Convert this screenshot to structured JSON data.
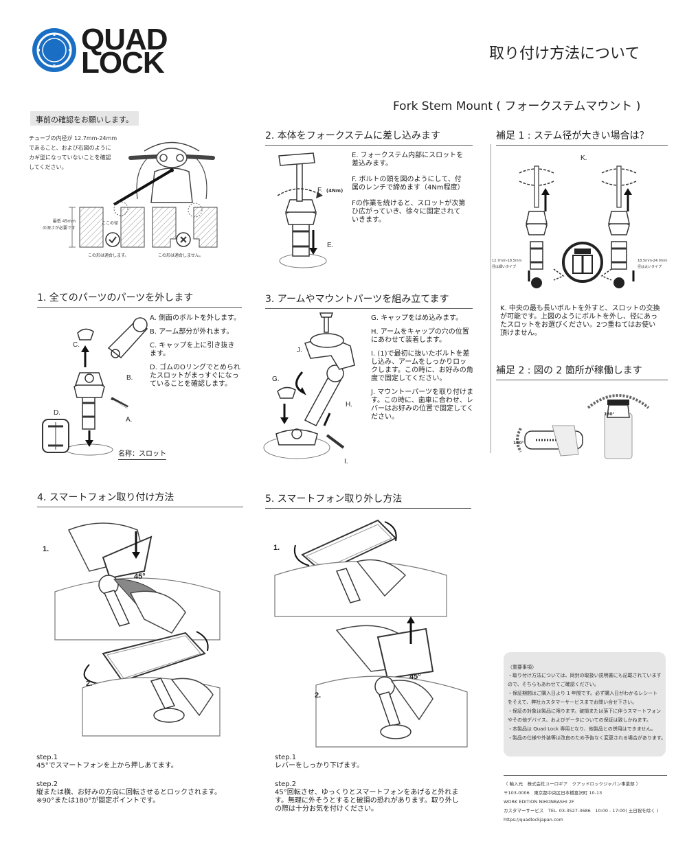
{
  "brand": {
    "line1": "QUAD",
    "line2": "LOCK",
    "color": "#1a6fc4"
  },
  "header": {
    "title": "取り付け方法について",
    "subtitle": "Fork Stem Mount ( フォークステムマウント )"
  },
  "precheck": {
    "heading": "事前の確認をお願いします。",
    "text": [
      "チューブの内径が 12.7mm-24mm",
      "であること、および右図のように",
      "カギ型になっていないことを確認",
      "してください。"
    ],
    "depth_label": [
      "最低 45mm",
      "の深さが必要です"
    ],
    "here_label": "ここの径",
    "ok_caption": "この形は適合します。",
    "ng_caption": "この形は適合しません。"
  },
  "sec1": {
    "heading": "1. 全てのパーツのパーツを外します",
    "steps": [
      [
        "A. 側面のボルトを外します。"
      ],
      [
        "B. アーム部分が外れます。"
      ],
      [
        "C. キャップを上に引き抜き",
        "ます。"
      ],
      [
        "D. ゴムのOリングでとめられ",
        "たスロットがまっすぐになっ",
        "ていることを確認します。"
      ]
    ],
    "labels": {
      "a": "A.",
      "b": "B.",
      "c": "C.",
      "d": "D."
    },
    "name_label": "名称：スロット"
  },
  "sec2": {
    "heading": "2. 本体をフォークステムに差し込みます",
    "steps": [
      [
        "E. フォークステム内部にスロットを",
        "差込みます。"
      ],
      [
        "F. ボルトの頭を図のようにして、付",
        "属のレンチで締めます（4Nm程度）"
      ],
      [
        "Fの作業を続けると、スロットが次第",
        "ひ広がっていき、徐々に固定されて",
        "いきます。"
      ]
    ],
    "labels": {
      "f": "F.",
      "f_torque": "(4Nm)",
      "e": "E."
    }
  },
  "sec3": {
    "heading": "3. アームやマウントパーツを組み立てます",
    "steps": [
      [
        "G. キャップをはめ込みます。"
      ],
      [
        "H. アームをキャップの穴の位置",
        "にあわせて装着します。"
      ],
      [
        "I. (1)で最初に抜いたボルトを差",
        "し込み、アームをしっかりロッ",
        "クします。この時に、お好みの角",
        "度で固定してください。"
      ],
      [
        "J. マウントーパーツを取り付けま",
        "す。この時に、歯車に合わせ、レ",
        "バーはお好みの位置で固定してく",
        "ださい。"
      ]
    ],
    "labels": {
      "j": "J.",
      "g": "G.",
      "h": "H.",
      "i": "I."
    }
  },
  "supp1": {
    "heading": "補足 1 : ステム径が大きい場合は？",
    "k_label": "K.",
    "thin_label": [
      "12.7mm-18.5mm",
      "径は細いタイプ"
    ],
    "thick_label": [
      "18.5mm-24.0mm",
      "径は太いタイプ"
    ],
    "text": [
      "K. 中央の最も長いボルトを外すと、スロットの交換",
      "が可能です。上図のようにボルトを外し、径にあっ",
      "たスロットをお選びください。2つ重ねてはお使い",
      "頂けません。"
    ]
  },
  "supp2": {
    "heading": "補足 2 : 図の 2 箇所が稼働します",
    "angle1": "180°",
    "angle2": "180°"
  },
  "sec4": {
    "heading": "4. スマートフォン取り付け方法",
    "n1": "1.",
    "n2": "2.",
    "angle": "45°",
    "step1_title": "step.1",
    "step1_text": "45°でスマートフォンを上から押しあてます。",
    "step2_title": "step.2",
    "step2_lines": [
      "縦または横、お好みの方向に回転させるとロックされます。",
      "※90°または180°が固定ポイントです。"
    ]
  },
  "sec5": {
    "heading": "5. スマートフォン取り外し方法",
    "n1": "1.",
    "n2": "2.",
    "angle": "45°",
    "step1_title": "step.1",
    "step1_text": "レバーをしっかり下げます。",
    "step2_title": "step.2",
    "step2_lines": [
      "45°回転させ、ゆっくりとスマートフォンをあげると外れま",
      "す。無理に外そうとすると破損の恐れがあります。取り外し",
      "の際は十分お気を付けください。"
    ]
  },
  "important": {
    "heading": "〈重要事項〉",
    "lines": [
      "・取り付け方法については、同封の取扱い説明書にも記載されています",
      "ので、そちらもあわせてご確認ください。",
      "・保証期間はご購入日より 1 年間です。必ず購入日がわかるレシート",
      "をそえて、弊社カスタマーサービスまでお問い合せ下さい。",
      "・保証の対象は製品に限ります。破損または落下に伴うスマートフォン",
      "やその他デバイス、およびデータについての保証は致しかねます。",
      "・本製品は Quad Lock 専用となり、他製品との併用はできません。",
      "・製品の仕様や外装等は改良のため予告なく変更される場合があります。"
    ]
  },
  "contact": {
    "lines": [
      "〈 輸入元　株式会社ユーロギア　クアッドロックジャパン事業部 〉",
      "〒103-0006　東京都中央区日本橋富沢町 10-13",
      "WORK EDITION NIHONBASHI 2F",
      "カスタマーサービス　TEL. 03-3527-3686　10:00 - 17:00( 土日祝を除く )",
      "https://quadlockjapan.com"
    ]
  }
}
